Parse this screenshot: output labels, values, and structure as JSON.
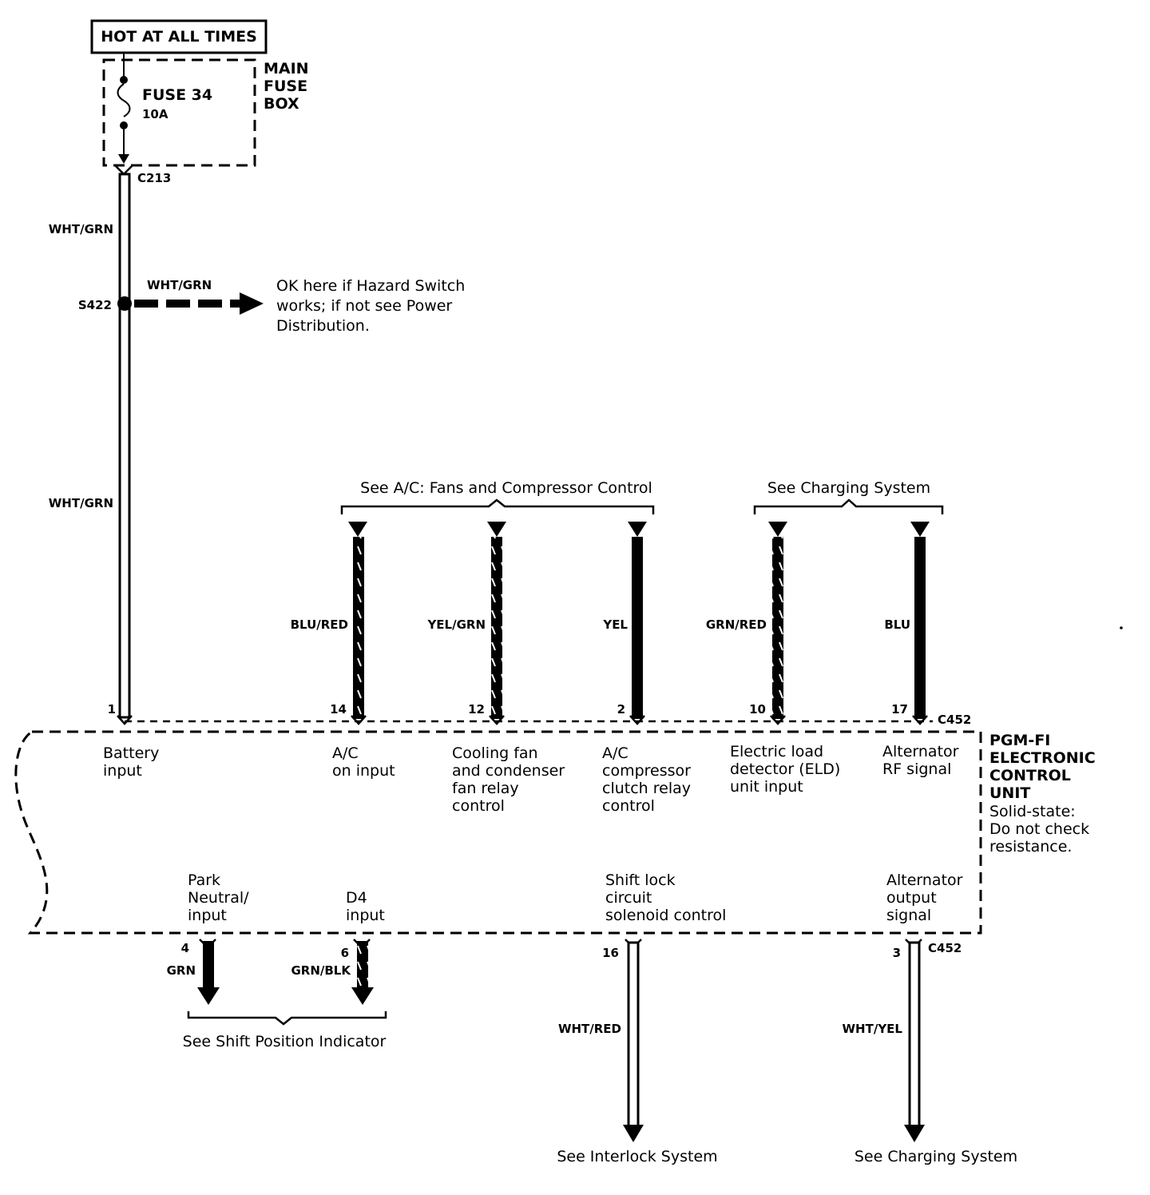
{
  "header": {
    "hot_label": "HOT AT ALL TIMES",
    "fuse_name": "FUSE 34",
    "fuse_rating": "10A",
    "fuse_box": [
      "MAIN",
      "FUSE",
      "BOX"
    ]
  },
  "connectors": {
    "c213": "C213",
    "c452_top": "C452",
    "c452_bottom": "C452"
  },
  "splice": {
    "id": "S422",
    "branch_wire": "WHT/GRN",
    "note": [
      "OK here if Hazard Switch",
      "works; if not see Power",
      "Distribution."
    ]
  },
  "power_wire": {
    "upper_color": "WHT/GRN",
    "lower_color": "WHT/GRN"
  },
  "top_refs": {
    "ac": "See A/C: Fans and Compressor Control",
    "charging": "See Charging System"
  },
  "top_wires": [
    {
      "pin": "1",
      "color": "",
      "function": [
        "Battery",
        "input"
      ]
    },
    {
      "pin": "14",
      "color": "BLU/RED",
      "function": [
        "A/C",
        "on input"
      ]
    },
    {
      "pin": "12",
      "color": "YEL/GRN",
      "function": [
        "Cooling fan",
        "and condenser",
        "fan relay",
        "control"
      ]
    },
    {
      "pin": "2",
      "color": "YEL",
      "function": [
        "A/C",
        "compressor",
        "clutch relay",
        "control"
      ]
    },
    {
      "pin": "10",
      "color": "GRN/RED",
      "function": [
        "Electric load",
        "detector (ELD)",
        "unit input"
      ]
    },
    {
      "pin": "17",
      "color": "BLU",
      "function": [
        "Alternator",
        "RF signal"
      ]
    }
  ],
  "ecu": {
    "name": [
      "PGM-FI",
      "ELECTRONIC",
      "CONTROL",
      "UNIT"
    ],
    "note": [
      "Solid-state:",
      "Do not check",
      "resistance."
    ]
  },
  "bottom_wires": [
    {
      "pin": "4",
      "color": "GRN",
      "function": [
        "Park",
        "Neutral/",
        "input"
      ]
    },
    {
      "pin": "6",
      "color": "GRN/BLK",
      "function": [
        "D4",
        "input"
      ]
    },
    {
      "pin": "16",
      "color": "WHT/RED",
      "function": [
        "Shift lock",
        "circuit",
        "solenoid control"
      ]
    },
    {
      "pin": "3",
      "color": "WHT/YEL",
      "function": [
        "Alternator",
        "output",
        "signal"
      ]
    }
  ],
  "bottom_refs": {
    "shift_indicator": "See Shift Position Indicator",
    "interlock": "See Interlock System",
    "charging": "See Charging System"
  }
}
